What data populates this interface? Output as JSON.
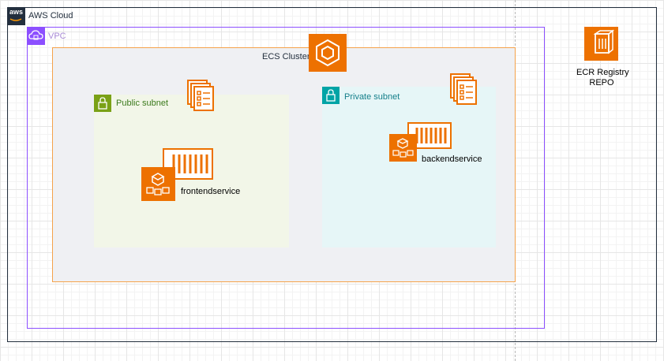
{
  "groups": {
    "aws_cloud": "AWS Cloud",
    "aws_logo_text": "aws",
    "vpc": "VPC",
    "ecs_cluster": "ECS Cluster",
    "public_subnet": "Public subnet",
    "private_subnet": "Private subnet"
  },
  "services": {
    "frontend": "frontendservice",
    "backend": "backendservice"
  },
  "ecr": {
    "line1": "ECR Registry",
    "line2": "REPO"
  },
  "colors": {
    "aws_cloud_border": "#232f3e",
    "vpc": "#8c4fff",
    "ecs_border": "#f5a24a",
    "public_subnet": "#7aa116",
    "private_subnet": "#00a4a6",
    "aws_orange": "#ed7100"
  },
  "icons": [
    "aws-logo-icon",
    "vpc-cloud-icon",
    "ecs-icon",
    "lock-icon",
    "task-definition-icon",
    "container-icon",
    "fargate-icon",
    "ecr-icon"
  ]
}
